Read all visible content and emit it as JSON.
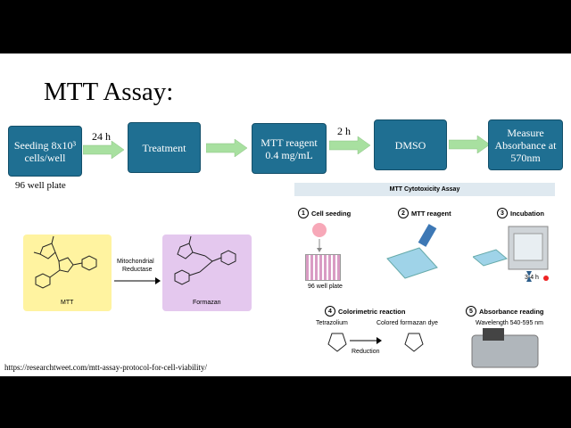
{
  "slide": {
    "title": "MTT Assay:",
    "steps": {
      "seeding": "Seeding 8x10³ cells/well",
      "treatment": "Treatment",
      "mtt": "MTT reagent 0.4 mg/mL",
      "dmso": "DMSO",
      "measure": "Measure Absorbance at 570nm"
    },
    "arrows": {
      "a1": "24 h",
      "a3": "2 h"
    },
    "plate_note": "96 well plate",
    "reaction": {
      "mtt_label": "MTT",
      "enzyme_line1": "Mitochondrial",
      "enzyme_line2": "Reductase",
      "product_label": "Formazan"
    },
    "panel": {
      "title": "MTT Cytotoxicity Assay",
      "s1": {
        "num": "1",
        "label": "Cell seeding",
        "sub": "96 well plate"
      },
      "s2": {
        "num": "2",
        "label": "MTT reagent"
      },
      "s3": {
        "num": "3",
        "label": "Incubation",
        "sub": "3-4 h"
      },
      "s4": {
        "num": "4",
        "label": "Colorimetric reaction",
        "sub1": "Tetrazolium",
        "sub2": "Colored formazan dye",
        "sub3": "Reduction"
      },
      "s5": {
        "num": "5",
        "label": "Absorbance reading",
        "sub": "Wavelength 540-595 nm"
      }
    },
    "source_url": "https://researchtweet.com/mtt-assay-protocol-for-cell-viability/"
  },
  "colors": {
    "box": "#1f6f92",
    "arrow": "#a8e0a0",
    "mtt_bg": "#fff3a0",
    "formazan_bg": "#e4c8ee"
  }
}
